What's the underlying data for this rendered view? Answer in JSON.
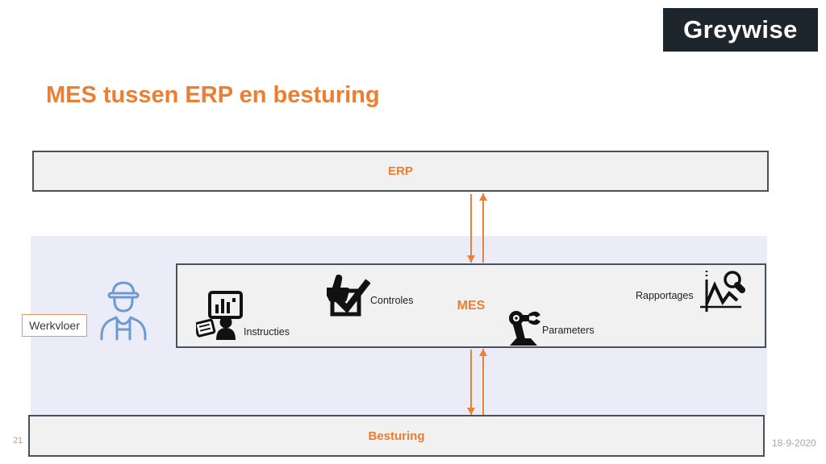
{
  "slide": {
    "title": "MES tussen ERP en besturing",
    "footer": {
      "page_number": "21",
      "date": "18-9-2020"
    }
  },
  "logo": {
    "text": "Greywise"
  },
  "diagram": {
    "erp": {
      "label": "ERP"
    },
    "mes": {
      "label": "MES"
    },
    "besturing": {
      "label": "Besturing"
    },
    "werkvloer": {
      "label": "Werkvloer"
    },
    "mes_items": [
      {
        "label": "Instructies",
        "icon": "operator-computer-icon"
      },
      {
        "label": "Controles",
        "icon": "thumbs-up-checkbox-icon"
      },
      {
        "label": "Parameters",
        "icon": "robot-arm-icon"
      },
      {
        "label": "Rapportages",
        "icon": "chart-magnifier-icon"
      }
    ],
    "worker_icon": "construction-worker-icon",
    "arrows": {
      "erp_mes": "bidirectional",
      "mes_besturing": "bidirectional"
    }
  },
  "colors": {
    "accent_orange": "#ED7D31",
    "box_border": "#47525E",
    "box_fill": "#F1F1F1",
    "werkvloer_band": "#EBECF7",
    "werkvloer_tag_border": "#E8975A",
    "logo_bg": "#1D262C",
    "logo_fg": "#FFFFFF",
    "worker_blue": "#6B9BD2",
    "meta_gray": "#A6A6A6",
    "icon_black": "#111111"
  }
}
